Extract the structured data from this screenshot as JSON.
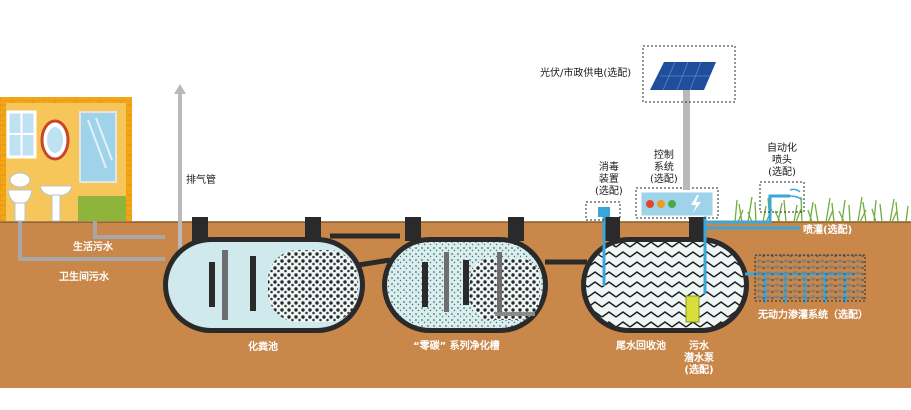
{
  "labels": {
    "exhaust_pipe": "排气管",
    "domestic_sewage": "生活污水",
    "toilet_sewage": "卫生间污水",
    "septic_tank": "化粪池",
    "zero_carbon_tank": "“零碳” 系列净化槽",
    "tail_water_tank": "尾水回收池",
    "sewage_pump": "污水\n潜水泵\n(选配)",
    "disinfection": "消毒\n装置\n(选配)",
    "control_system": "控制\n系统\n(选配)",
    "power_supply": "光伏/市政供电(选配)",
    "auto_sprinkler": "自动化\n喷头\n(选配)",
    "spray_irrigation": "喷灌(选配)",
    "infiltration_system": "无动力渗灌系统（选配）"
  },
  "colors": {
    "soil": "#c9874a",
    "soil_line": "#8a5a2b",
    "house_wall": "#f2a516",
    "tank_water": "#cfe9ec",
    "pipe_blue": "#3aa6d9",
    "pipe_dark": "#2a2a2a",
    "grass": "#6fae3d",
    "solar_panel": "#1f4f9c"
  }
}
